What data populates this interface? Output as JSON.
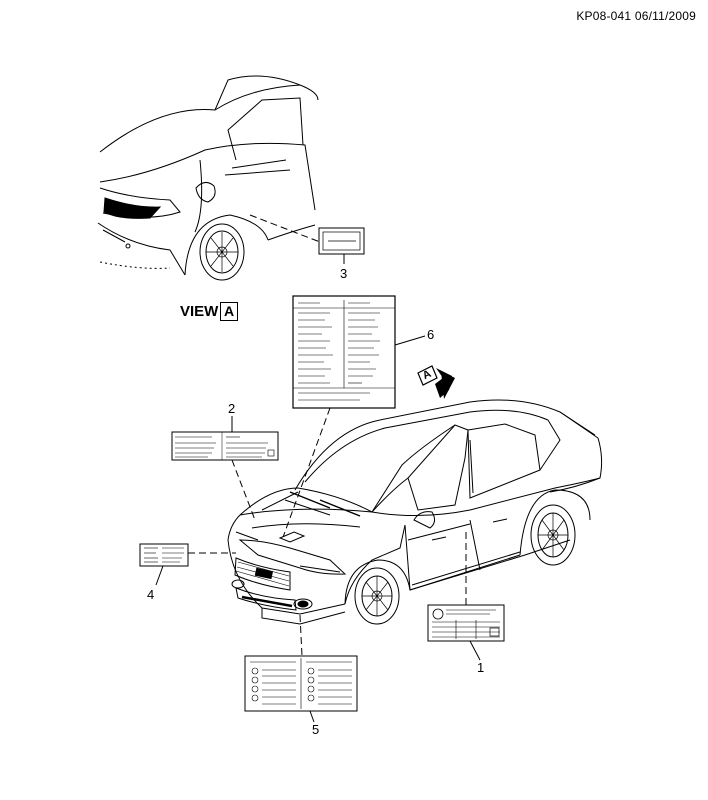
{
  "header": {
    "reference_code": "KP08-041 06/11/2009"
  },
  "view": {
    "label": "VIEW",
    "letter": "A"
  },
  "arrow_marker": {
    "letter": "A"
  },
  "callouts": [
    {
      "number": "1",
      "item": "tire-loading-information-label"
    },
    {
      "number": "2",
      "item": "emission-control-information-label"
    },
    {
      "number": "3",
      "item": "fuel-door-label"
    },
    {
      "number": "4",
      "item": "radiator-fan-caution-label"
    },
    {
      "number": "5",
      "item": "hood-warning-caution-label"
    },
    {
      "number": "6",
      "item": "vehicle-emission-vacuum-label"
    }
  ]
}
